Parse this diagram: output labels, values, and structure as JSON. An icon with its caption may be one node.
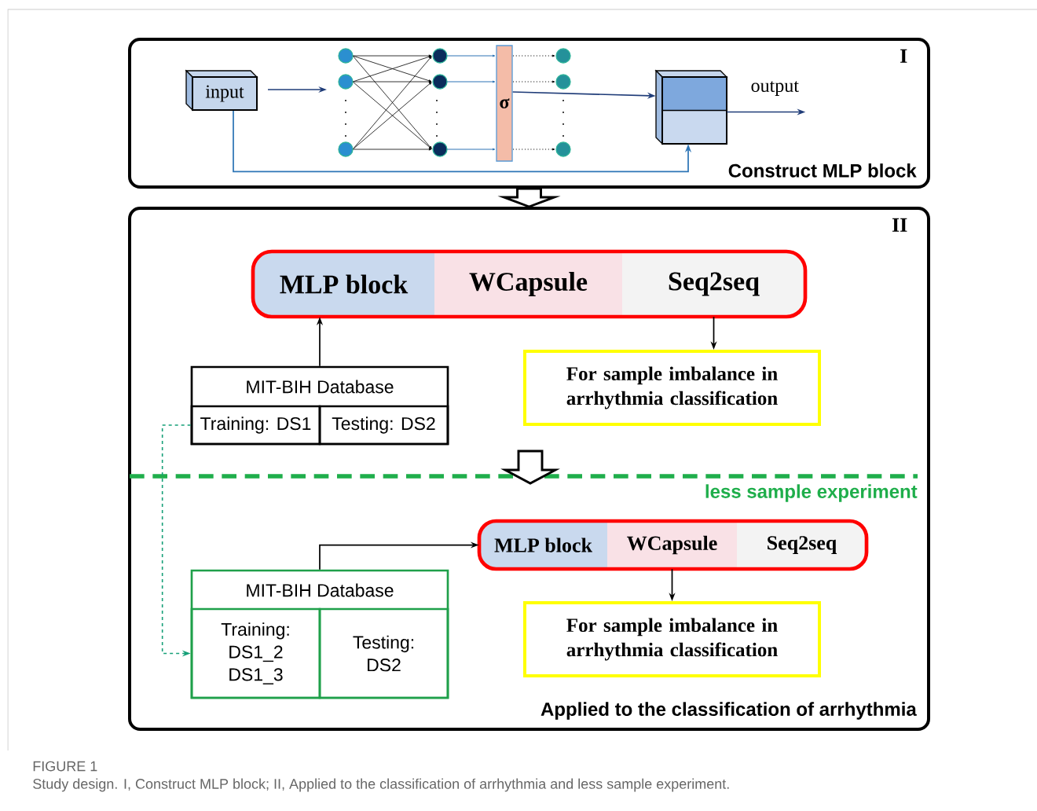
{
  "diagram": {
    "title": "FIGURE 1",
    "caption": "Study design. I, Construct MLP block; II, Applied to the classification of arrhythmia and less sample experiment.",
    "nodes": [
      {
        "text": [
          "I",
          "Construct MLP block"
        ]
      },
      {
        "text": [
          "input"
        ],
        "in": 0
      },
      {
        "text": [
          "σ"
        ],
        "in": 0
      },
      {
        "text": [],
        "shape": "box",
        "in": 0
      },
      {
        "text": [
          "II",
          "Applied to the classification of arrhythmia"
        ]
      },
      {
        "text": [],
        "shape": "box",
        "in": 4
      },
      {
        "text": [
          "MLP block"
        ],
        "in": 5
      },
      {
        "text": [
          "WCapsule"
        ],
        "in": 5
      },
      {
        "text": [
          "Seq2seq"
        ],
        "in": 5
      },
      {
        "text": [
          "For sample imbalance in arrhythmia classification"
        ],
        "in": 4
      },
      {
        "text": [
          "MIT-BIH Database"
        ],
        "in": 4
      },
      {
        "text": [
          "Training: DS1"
        ],
        "in": 10
      },
      {
        "text": [
          "Testing: DS2"
        ],
        "in": 10
      },
      {
        "text": [],
        "shape": "box",
        "in": 4
      },
      {
        "text": [
          "MLP block"
        ],
        "in": 13
      },
      {
        "text": [
          "WCapsule"
        ],
        "in": 13
      },
      {
        "text": [
          "Seq2seq"
        ],
        "in": 13
      },
      {
        "text": [
          "For sample imbalance in arrhythmia classification"
        ],
        "in": 4
      },
      {
        "text": [
          "MIT-BIH Database"
        ],
        "in": 4
      },
      {
        "text": [
          "Training: DS1_2 DS1_3"
        ],
        "in": 18
      },
      {
        "text": [
          "Testing: DS2"
        ],
        "in": 18
      }
    ],
    "edges": [
      {
        "from": 1,
        "to": null,
        "arrow": "to",
        "color": "#1f3c78"
      },
      {
        "from": 2,
        "to": 3,
        "arrow": "to",
        "color": "#1f3c78"
      },
      {
        "from": 1,
        "to": 3,
        "arrow": "to",
        "color": "#2e75b6"
      },
      {
        "from": 3,
        "to": null,
        "arrow": "to",
        "label": "output",
        "color": "#1f3c78"
      },
      {
        "from": 0,
        "to": 4,
        "arrow": "to",
        "style": "thick"
      },
      {
        "from": 10,
        "to": 6,
        "arrow": "to"
      },
      {
        "from": 8,
        "to": 9,
        "arrow": "to"
      },
      {
        "from": 11,
        "to": 19,
        "arrow": "to",
        "style": "dashed",
        "color": "#16a078"
      },
      {
        "from": 18,
        "to": 14,
        "arrow": "to"
      },
      {
        "from": 15,
        "to": 17,
        "arrow": "to"
      }
    ],
    "labels": [
      "less sample experiment"
    ]
  }
}
